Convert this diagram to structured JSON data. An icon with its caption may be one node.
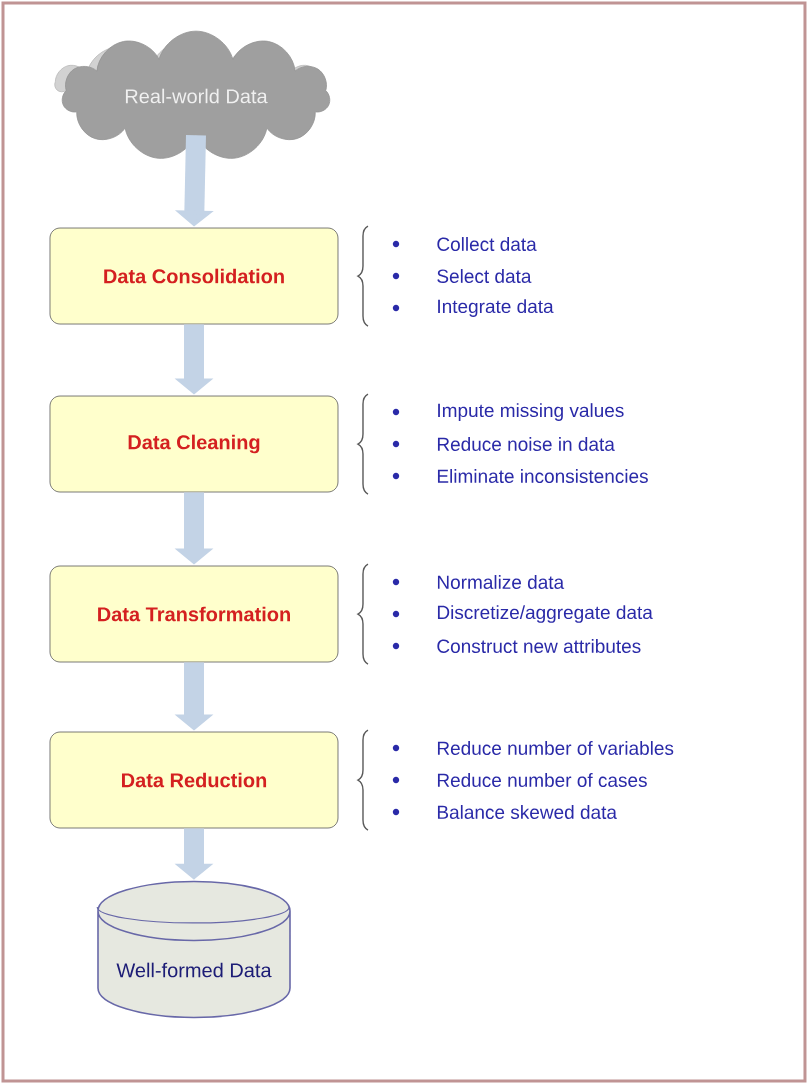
{
  "diagram": {
    "nodes": [
      {
        "text": [
          "Real-world Data"
        ]
      },
      {
        "text": [
          "Data Consolidation"
        ],
        "beside": [
          "Collect data",
          "Select data",
          "Integrate data"
        ]
      },
      {
        "text": [
          "Data Cleaning"
        ],
        "beside": [
          "Impute missing values",
          "Reduce noise in data",
          "Eliminate inconsistencies"
        ]
      },
      {
        "text": [
          "Data Transformation"
        ],
        "beside": [
          "Normalize data",
          "Discretize/aggregate data",
          "Construct new attributes"
        ]
      },
      {
        "text": [
          "Data Reduction"
        ],
        "beside": [
          "Reduce number of variables",
          "Reduce number of cases",
          "Balance skewed data"
        ]
      },
      {
        "text": [
          "Well-formed Data"
        ]
      }
    ],
    "edges": [
      {
        "from": 0,
        "to": 1,
        "arrow": "to"
      },
      {
        "from": 1,
        "to": 2,
        "arrow": "to"
      },
      {
        "from": 2,
        "to": 3,
        "arrow": "to"
      },
      {
        "from": 3,
        "to": 4,
        "arrow": "to"
      },
      {
        "from": 4,
        "to": 5,
        "arrow": "to"
      }
    ]
  }
}
